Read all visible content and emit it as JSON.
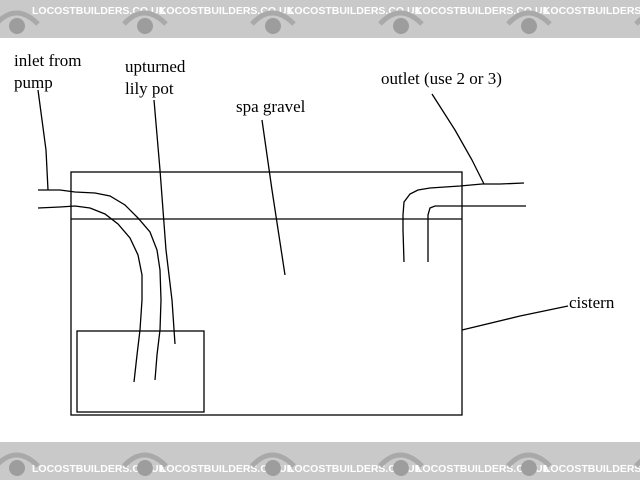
{
  "watermark": {
    "text": "LOCOSTBUILDERS.CO.UK",
    "band_color": "#c9c9c9",
    "text_color": "#ffffff"
  },
  "labels": {
    "inlet": "inlet from\npump",
    "lily_pot": "upturned\nlily pot",
    "gravel": "spa gravel",
    "outlet": "outlet (use 2 or 3)",
    "cistern": "cistern"
  },
  "colors": {
    "line": "#000000",
    "background": "#ffffff"
  }
}
